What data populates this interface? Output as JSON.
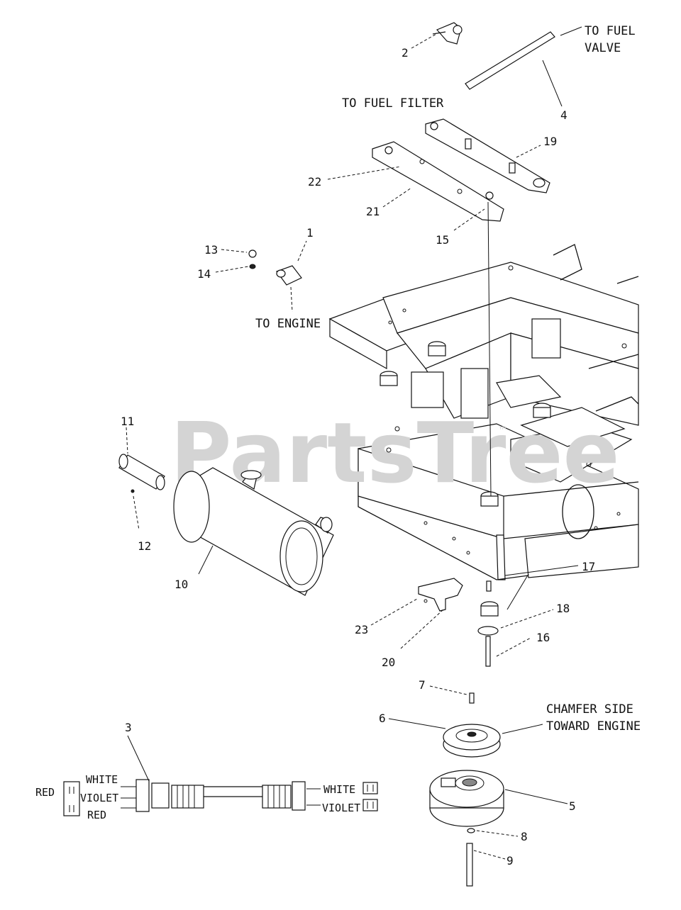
{
  "watermark": {
    "text": "PartsTree",
    "mark": "™"
  },
  "annotations": {
    "to_fuel_valve_1": "TO FUEL",
    "to_fuel_valve_2": "VALVE",
    "to_fuel_filter": "TO FUEL FILTER",
    "to_engine": "TO ENGINE",
    "chamfer_1": "CHAMFER SIDE",
    "chamfer_2": "TOWARD ENGINE"
  },
  "wire_colors": {
    "left_red_top": "RED",
    "left_white": "WHITE",
    "left_violet": "VIOLET",
    "left_red_bottom": "RED",
    "right_white": "WHITE",
    "right_violet": "VIOLET"
  },
  "callouts": {
    "c1": "1",
    "c2": "2",
    "c3": "3",
    "c4": "4",
    "c5": "5",
    "c6": "6",
    "c7": "7",
    "c8": "8",
    "c9": "9",
    "c10": "10",
    "c11": "11",
    "c12": "12",
    "c13": "13",
    "c14": "14",
    "c15": "15",
    "c16": "16",
    "c17": "17",
    "c18": "18",
    "c19": "19",
    "c20": "20",
    "c21": "21",
    "c22": "22",
    "c23": "23"
  }
}
